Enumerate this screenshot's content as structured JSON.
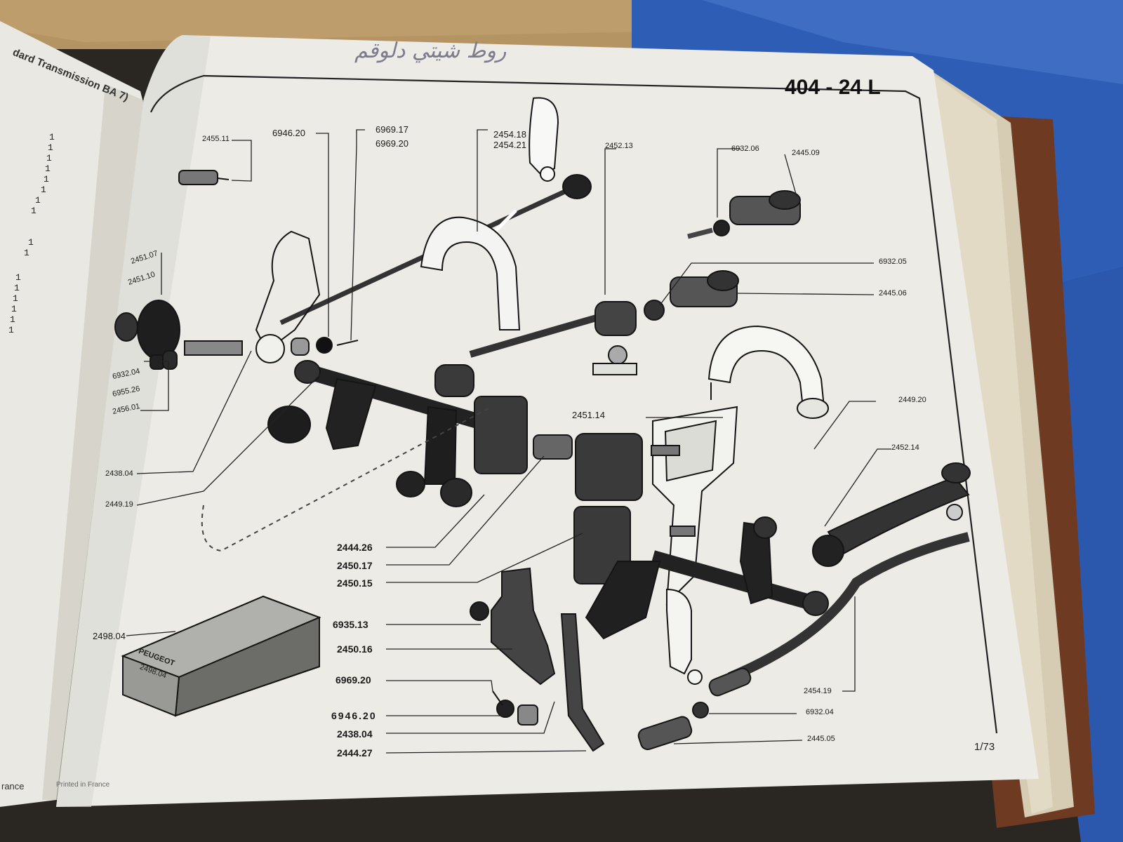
{
  "page": {
    "code": "404 - 24 L",
    "number": "1/73",
    "left_header": "dard Transmission BA 7)",
    "handwriting": "روط شيتي دلوقم",
    "footer_left": "rance",
    "footer_printed": "Printed in France"
  },
  "left_page_quantities": [
    "1",
    "1",
    "1",
    "1",
    "1",
    "1",
    "1",
    "1",
    "1",
    "1",
    "1",
    "1",
    "1",
    "1",
    "1",
    "1"
  ],
  "part_labels": [
    "2455.11",
    "6946.20",
    "6969.17",
    "6969.20",
    "2454.18",
    "2454.21",
    "2452.13",
    "6932.06",
    "2445.09",
    "6932.05",
    "2445.06",
    "2451.07",
    "2451.10",
    "6932.04",
    "6955.26",
    "2456.01",
    "2451.14",
    "2449.20",
    "2452.14",
    "2438.04",
    "2449.19",
    "2444.26",
    "2450.17",
    "2450.15",
    "6935.13",
    "2450.16",
    "6969.20",
    "6946.20",
    "2438.04",
    "2444.27",
    "2498.04",
    "2454.19",
    "6932.04",
    "2445.05"
  ],
  "box_stamp": {
    "brand": "PEUGEOT",
    "code": "2498.04"
  },
  "colors": {
    "paper": "#ecebe6",
    "ink": "#1a1a1a",
    "table_wood": "#a88a5a",
    "cloth_blue": "#2f5fb8",
    "book_cover": "#6e3a22"
  }
}
